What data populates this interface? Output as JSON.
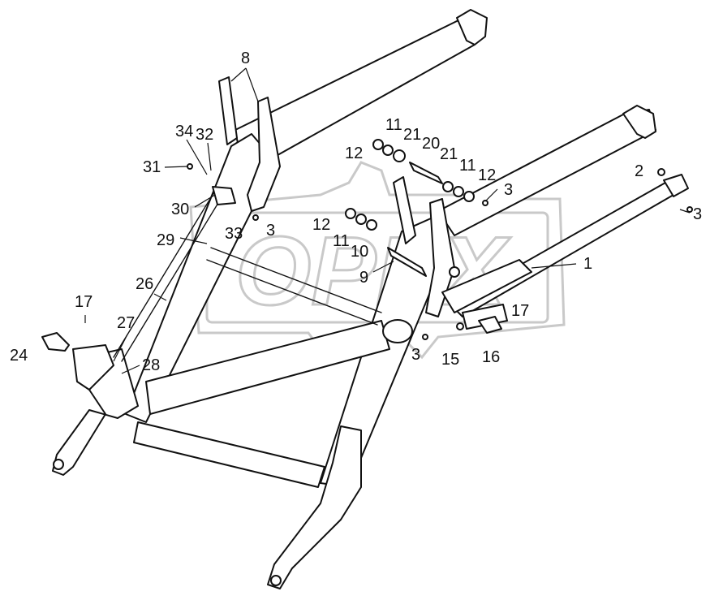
{
  "watermark": {
    "text": "OPEX"
  },
  "part_labels": [
    {
      "id": "l8",
      "text": "8"
    },
    {
      "id": "l34",
      "text": "34"
    },
    {
      "id": "l32",
      "text": "32"
    },
    {
      "id": "l31",
      "text": "31"
    },
    {
      "id": "l30",
      "text": "30"
    },
    {
      "id": "l33",
      "text": "33"
    },
    {
      "id": "l3a",
      "text": "3"
    },
    {
      "id": "l29",
      "text": "29"
    },
    {
      "id": "l26",
      "text": "26"
    },
    {
      "id": "l17a",
      "text": "17"
    },
    {
      "id": "l24",
      "text": "24"
    },
    {
      "id": "l27",
      "text": "27"
    },
    {
      "id": "l28",
      "text": "28"
    },
    {
      "id": "l11a",
      "text": "11"
    },
    {
      "id": "l21a",
      "text": "21"
    },
    {
      "id": "l20",
      "text": "20"
    },
    {
      "id": "l21b",
      "text": "21"
    },
    {
      "id": "l11b",
      "text": "11"
    },
    {
      "id": "l12a",
      "text": "12"
    },
    {
      "id": "l12b",
      "text": "12"
    },
    {
      "id": "l3b",
      "text": "3"
    },
    {
      "id": "l12c",
      "text": "12"
    },
    {
      "id": "l11c",
      "text": "11"
    },
    {
      "id": "l10",
      "text": "10"
    },
    {
      "id": "l9",
      "text": "9"
    },
    {
      "id": "l3c",
      "text": "3"
    },
    {
      "id": "l15",
      "text": "15"
    },
    {
      "id": "l16",
      "text": "16"
    },
    {
      "id": "l17b",
      "text": "17"
    },
    {
      "id": "l1",
      "text": "1"
    },
    {
      "id": "l2",
      "text": "2"
    },
    {
      "id": "l3d",
      "text": "3"
    }
  ]
}
